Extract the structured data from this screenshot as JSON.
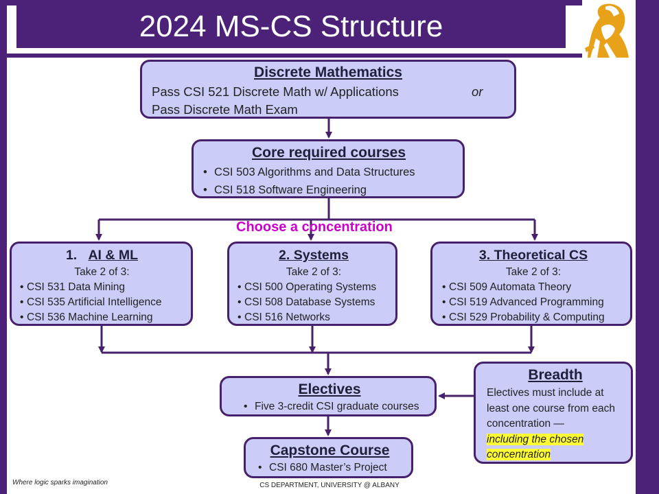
{
  "title": "2024 MS-CS Structure",
  "discrete": {
    "title": "Discrete Mathematics",
    "line1": "Pass CSI 521 Discrete Math w/ Applications",
    "or": "or",
    "line2": "Pass Discrete Math Exam"
  },
  "core": {
    "title": "Core required courses",
    "items": [
      "CSI 503 Algorithms and Data Structures",
      "CSI 518 Software Engineering"
    ]
  },
  "choose": "Choose a concentration",
  "concentrations": [
    {
      "num": "1.",
      "title": "AI & ML",
      "subtitle": "Take 2 of 3:",
      "items": [
        "CSI 531 Data Mining",
        "CSI 535 Artificial Intelligence",
        "CSI 536 Machine Learning"
      ]
    },
    {
      "title": "2. Systems",
      "subtitle": "Take 2 of 3:",
      "items": [
        "CSI 500 Operating Systems",
        "CSI 508 Database Systems",
        "CSI 516 Networks"
      ]
    },
    {
      "title": "3. Theoretical CS",
      "subtitle": "Take 2 of 3:",
      "items": [
        "CSI 509 Automata Theory",
        "CSI 519 Advanced Programming",
        "CSI 529 Probability & Computing"
      ]
    }
  ],
  "electives": {
    "title": "Electives",
    "item": "Five 3-credit CSI graduate courses"
  },
  "breadth": {
    "title": "Breadth",
    "text": "Electives must include at least one course from each concentration —",
    "highlight1": "including the chosen",
    "highlight2": "concentration"
  },
  "capstone": {
    "title": "Capstone Course",
    "item": "CSI 680 Master’s Project"
  },
  "footer": {
    "tagline": "Where logic sparks imagination",
    "center": "CS DEPARTMENT, UNIVERSITY @ ALBANY"
  },
  "colors": {
    "purple": "#4b2278",
    "box": "#ccccf9",
    "accent": "#cc00cc",
    "gold": "#e8a21a"
  }
}
